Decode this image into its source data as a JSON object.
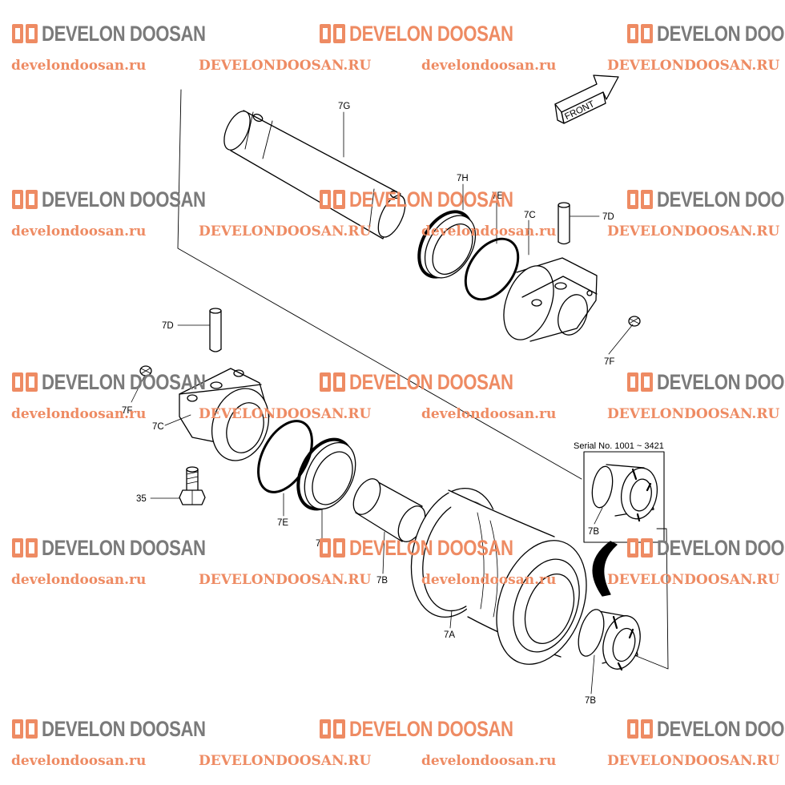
{
  "watermark": {
    "brand": "DEVELON DOOSAN",
    "url_lower": "develondoosan.ru",
    "url_upper": "DEVELONDOOSAN.RU",
    "brand_color": "#ee8b63",
    "brand_dark_color": "#8a8a8a"
  },
  "diagram": {
    "front_label": "FRONT",
    "serial_note": "Serial No. 1001 ~ 3421",
    "callouts": {
      "c7G": "7G",
      "c7H_top": "7H",
      "c7E_top": "7E",
      "c7C_top": "7C",
      "c7D_top": "7D",
      "c7F_right": "7F",
      "c7D_left": "7D",
      "c7F_left": "7F",
      "c7C_left": "7C",
      "c35": "35",
      "c7E_bottom": "7E",
      "c7H_bottom": "7H",
      "c7B_mid": "7B",
      "c7A": "7A",
      "c7B_box": "7B",
      "c7B_bottom": "7B"
    }
  }
}
